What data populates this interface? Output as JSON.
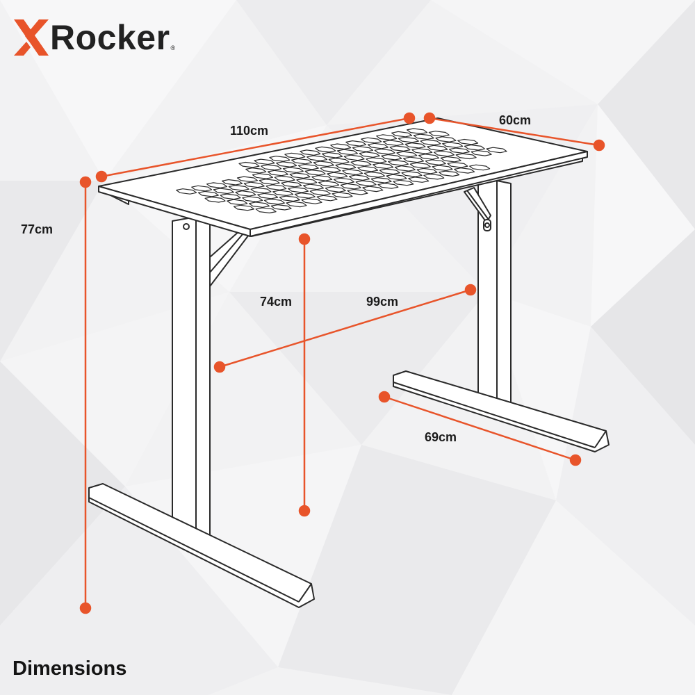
{
  "brand": {
    "name": "Rocker",
    "mark_letter": "X",
    "registered": "®",
    "accent_color": "#e8542a"
  },
  "caption": "Dimensions",
  "dimensions": {
    "width": "110cm",
    "depth": "60cm",
    "total_height": "77cm",
    "desk_height": "74cm",
    "leg_span": "99cm",
    "foot_length": "69cm"
  },
  "colors": {
    "dimension_line": "#e8542a",
    "outline": "#2a2a2a",
    "background": "#f2f2f3"
  }
}
